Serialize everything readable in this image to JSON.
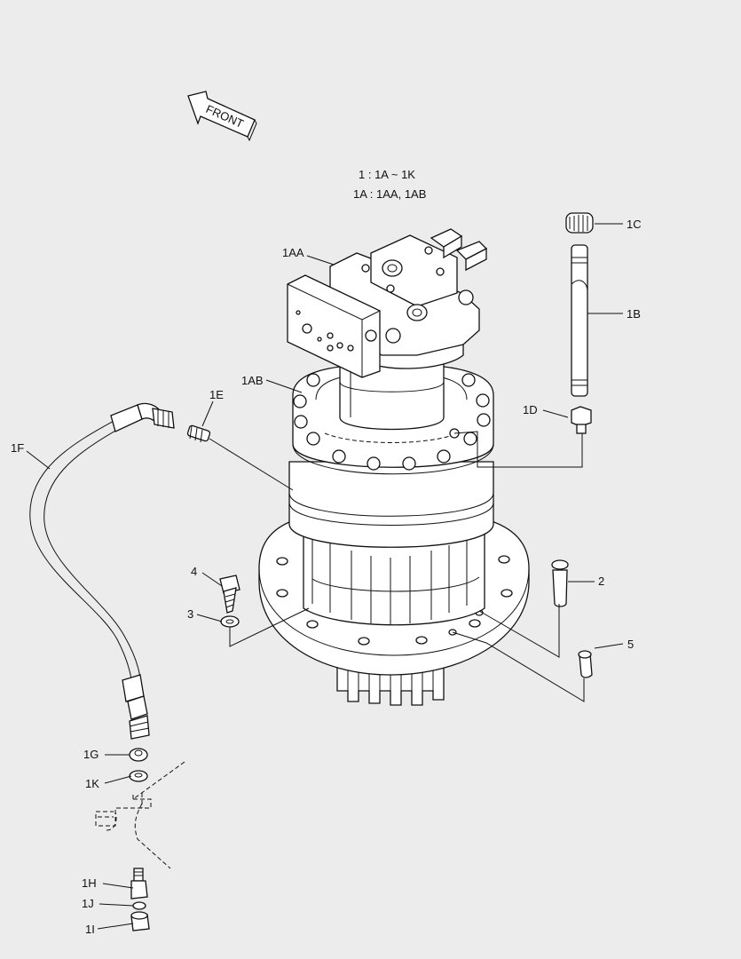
{
  "front_arrow": {
    "text": "FRONT"
  },
  "header": {
    "line1": "1 : 1A ~ 1K",
    "line2": "1A : 1AA, 1AB"
  },
  "callouts": {
    "c1AA": "1AA",
    "c1AB": "1AB",
    "c1C": "1C",
    "c1B": "1B",
    "c1D": "1D",
    "c1E": "1E",
    "c1F": "1F",
    "c2": "2",
    "c3": "3",
    "c4": "4",
    "c5": "5",
    "c1G": "1G",
    "c1K": "1K",
    "c1H": "1H",
    "c1J": "1J",
    "c1I": "1I"
  }
}
